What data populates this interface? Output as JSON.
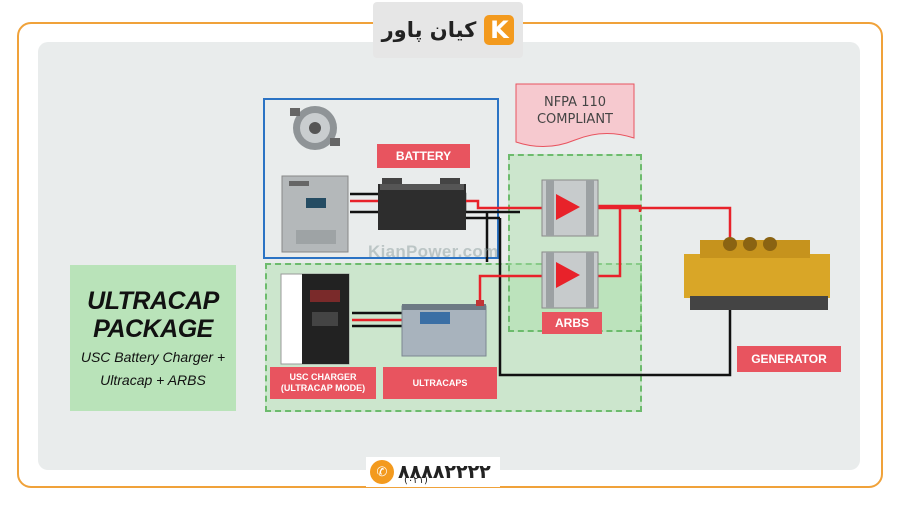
{
  "logo": {
    "text": "کیان پاور"
  },
  "package": {
    "title_line1": "ULTRACAP",
    "title_line2": "PACKAGE",
    "subtitle_line1": "USC Battery Charger +",
    "subtitle_line2": "Ultracap + ARBS"
  },
  "labels": {
    "battery": "BATTERY",
    "nfpa_line1": "NFPA 110",
    "nfpa_line2": "COMPLIANT",
    "arbs": "ARBS",
    "generator": "GENERATOR",
    "usc_line1": "USC CHARGER",
    "usc_line2": "(ULTRACAP MODE)",
    "ultracaps": "ULTRACAPS"
  },
  "watermark": "KianPower.com",
  "contact": {
    "phone": "۸۸۸۸۲۲۲۲",
    "area_code": "(۰۲۱)"
  },
  "colors": {
    "frame": "#f0a23a",
    "accent_label": "#e8545f",
    "blue_box": "#2b73c4",
    "green_box": "#6dbb6d",
    "wire_red": "#e8222a",
    "wire_black": "#111111"
  },
  "icons": [
    "alternator-icon",
    "battery-charger-icon",
    "battery-icon",
    "usc-charger-icon",
    "ultracap-icon",
    "arbs-icon",
    "generator-icon",
    "phone-icon"
  ]
}
